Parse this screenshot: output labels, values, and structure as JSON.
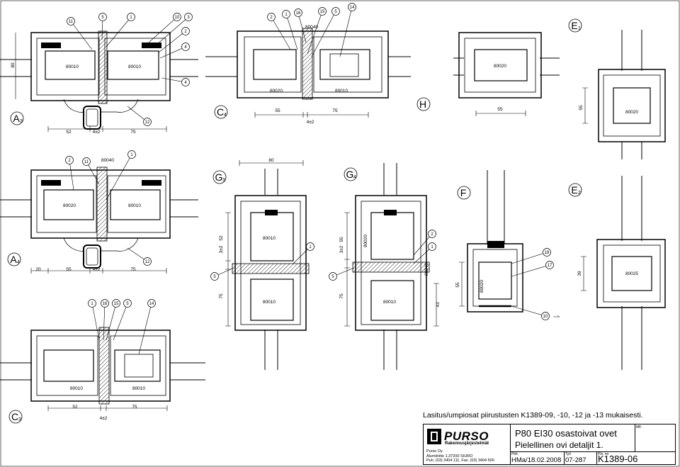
{
  "sections": {
    "A3": {
      "letter": "A",
      "sub": "3",
      "callouts": [
        "11",
        "5",
        "1",
        "10",
        "3",
        "2",
        "4",
        "4",
        "12"
      ],
      "profiles": [
        "80010",
        "80010"
      ],
      "dims": [
        "52",
        "4±2",
        "75"
      ],
      "height_dim": "80"
    },
    "C4": {
      "letter": "C",
      "sub": "4",
      "callouts": [
        "2",
        "1",
        "16",
        "15",
        "5",
        "14"
      ],
      "profiles": [
        "80040",
        "80020",
        "80010"
      ],
      "dims": [
        "55",
        "75",
        "4±2"
      ]
    },
    "H": {
      "letter": "H",
      "profiles": [
        "80020"
      ],
      "dims": [
        "55"
      ]
    },
    "E1": {
      "letter": "E",
      "sub": "1",
      "profiles": [
        "80020"
      ],
      "dims": [
        "55"
      ]
    },
    "A4": {
      "letter": "A",
      "sub": "4",
      "callouts": [
        "2",
        "11",
        "1",
        "12"
      ],
      "profiles": [
        "80040",
        "80020",
        "80010"
      ],
      "dims": [
        "20",
        "55",
        "4±2",
        "75"
      ]
    },
    "G3": {
      "letter": "G",
      "sub": "3",
      "callouts": [
        "1",
        "5"
      ],
      "profiles": [
        "80010",
        "80010"
      ],
      "dims": [
        "80",
        "3±2",
        "52",
        "75"
      ]
    },
    "G4": {
      "letter": "G",
      "sub": "4",
      "callouts": [
        "2",
        "1",
        "5"
      ],
      "profiles": [
        "80020",
        "80040",
        "80010"
      ],
      "dims": [
        "3±2",
        "55",
        "75",
        "43"
      ]
    },
    "F": {
      "letter": "F",
      "callouts": [
        "18",
        "17",
        "10"
      ],
      "profiles": [
        "80020"
      ],
      "dims": [
        "55"
      ],
      "small_note": "x=2b"
    },
    "E2": {
      "letter": "E",
      "sub": "2",
      "profiles": [
        "80025"
      ],
      "dims": [
        "39"
      ]
    },
    "C3": {
      "letter": "C",
      "sub": "3",
      "callouts": [
        "1",
        "16",
        "15",
        "5",
        "14"
      ],
      "profiles": [
        "80010",
        "80010"
      ],
      "dims": [
        "52",
        "75",
        "4±2"
      ]
    }
  },
  "note": "Lasitus/umpiosat piirustusten K1389-09, -10, -12  ja -13 mukaisesti.",
  "titleblock": {
    "brand": "PURSO",
    "brand_sub": "Rakennusjärjestelmät",
    "company": [
      "Purso Oy",
      "Alumiinitie 1,37200 SIURO",
      "Puh. (03) 3404 111, Fax. (03) 3404 500"
    ],
    "title1": "P80 EI30 osastoivat ovet",
    "title2": "Pielellinen ovi detaljit 1.",
    "mk_label": "MK",
    "piirt_label": "Piirt.",
    "piirt_value": "HMa/18.02.2008",
    "tyo_label": "Työ",
    "tyo_value": "07-287",
    "pno_label": "Piir. no",
    "pno_value": "K1389-06"
  }
}
